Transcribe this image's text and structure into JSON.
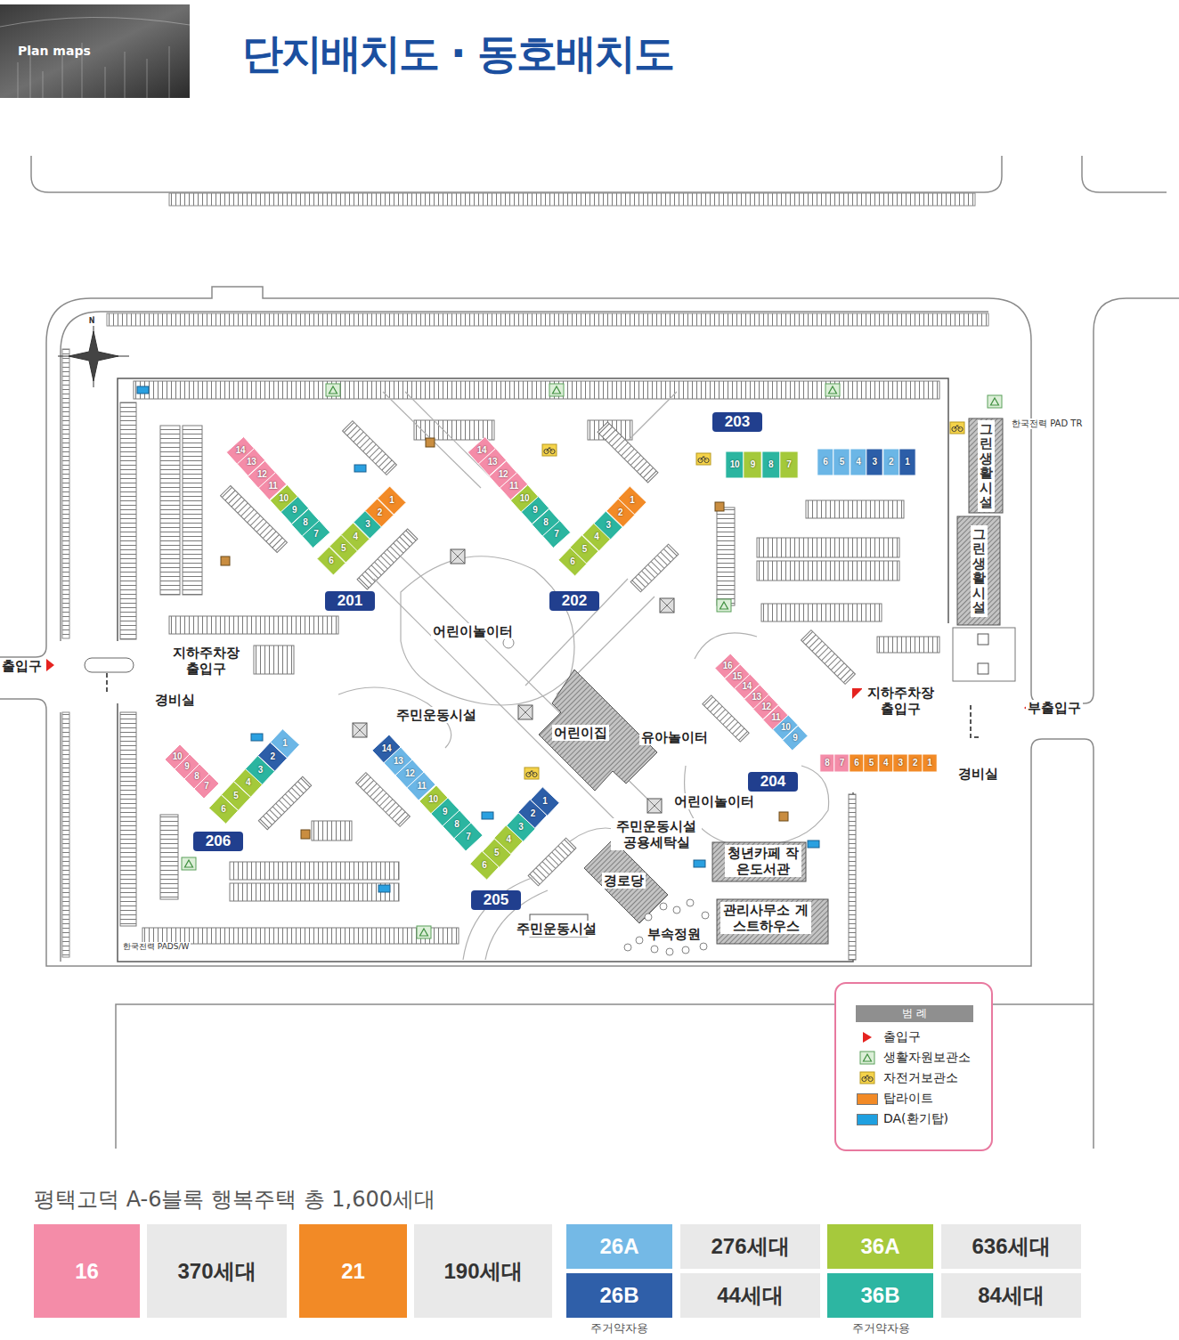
{
  "diagram": {
    "title": "단지배치도 · 동호배치도",
    "caption": "평택고덕 A-6블록 행복주택 총 1,600세대",
    "nodes": [
      {
        "text": [
          "201"
        ]
      },
      {
        "text": [
          "14"
        ]
      },
      {
        "text": [
          "13"
        ]
      },
      {
        "text": [
          "12"
        ]
      },
      {
        "text": [
          "11"
        ]
      },
      {
        "text": [
          "10"
        ]
      },
      {
        "text": [
          "9"
        ]
      },
      {
        "text": [
          "8"
        ]
      },
      {
        "text": [
          "7"
        ]
      },
      {
        "text": [
          "6"
        ]
      },
      {
        "text": [
          "5"
        ]
      },
      {
        "text": [
          "4"
        ]
      },
      {
        "text": [
          "3"
        ]
      },
      {
        "text": [
          "2"
        ]
      },
      {
        "text": [
          "1"
        ]
      },
      {
        "text": [
          "202"
        ]
      },
      {
        "text": [
          "14"
        ]
      },
      {
        "text": [
          "13"
        ]
      },
      {
        "text": [
          "12"
        ]
      },
      {
        "text": [
          "11"
        ]
      },
      {
        "text": [
          "10"
        ]
      },
      {
        "text": [
          "9"
        ]
      },
      {
        "text": [
          "8"
        ]
      },
      {
        "text": [
          "7"
        ]
      },
      {
        "text": [
          "6"
        ]
      },
      {
        "text": [
          "5"
        ]
      },
      {
        "text": [
          "4"
        ]
      },
      {
        "text": [
          "3"
        ]
      },
      {
        "text": [
          "2"
        ]
      },
      {
        "text": [
          "1"
        ]
      },
      {
        "text": [
          "203"
        ]
      },
      {
        "text": [
          "10"
        ]
      },
      {
        "text": [
          "9"
        ]
      },
      {
        "text": [
          "8"
        ]
      },
      {
        "text": [
          "7"
        ]
      },
      {
        "text": [
          "6"
        ]
      },
      {
        "text": [
          "5"
        ]
      },
      {
        "text": [
          "4"
        ]
      },
      {
        "text": [
          "3"
        ]
      },
      {
        "text": [
          "2"
        ]
      },
      {
        "text": [
          "1"
        ]
      },
      {
        "text": [
          "204"
        ]
      },
      {
        "text": [
          "16"
        ]
      },
      {
        "text": [
          "15"
        ]
      },
      {
        "text": [
          "14"
        ]
      },
      {
        "text": [
          "13"
        ]
      },
      {
        "text": [
          "12"
        ]
      },
      {
        "text": [
          "11"
        ]
      },
      {
        "text": [
          "10"
        ]
      },
      {
        "text": [
          "9"
        ]
      },
      {
        "text": [
          "8"
        ]
      },
      {
        "text": [
          "7"
        ]
      },
      {
        "text": [
          "6"
        ]
      },
      {
        "text": [
          "5"
        ]
      },
      {
        "text": [
          "4"
        ]
      },
      {
        "text": [
          "3"
        ]
      },
      {
        "text": [
          "2"
        ]
      },
      {
        "text": [
          "1"
        ]
      },
      {
        "text": [
          "205"
        ]
      },
      {
        "text": [
          "14"
        ]
      },
      {
        "text": [
          "13"
        ]
      },
      {
        "text": [
          "12"
        ]
      },
      {
        "text": [
          "11"
        ]
      },
      {
        "text": [
          "10"
        ]
      },
      {
        "text": [
          "9"
        ]
      },
      {
        "text": [
          "8"
        ]
      },
      {
        "text": [
          "7"
        ]
      },
      {
        "text": [
          "6"
        ]
      },
      {
        "text": [
          "5"
        ]
      },
      {
        "text": [
          "4"
        ]
      },
      {
        "text": [
          "3"
        ]
      },
      {
        "text": [
          "2"
        ]
      },
      {
        "text": [
          "1"
        ]
      },
      {
        "text": [
          "206"
        ]
      },
      {
        "text": [
          "10"
        ]
      },
      {
        "text": [
          "9"
        ]
      },
      {
        "text": [
          "8"
        ]
      },
      {
        "text": [
          "7"
        ]
      },
      {
        "text": [
          "6"
        ]
      },
      {
        "text": [
          "5"
        ]
      },
      {
        "text": [
          "4"
        ]
      },
      {
        "text": [
          "3"
        ]
      },
      {
        "text": [
          "2"
        ]
      },
      {
        "text": [
          "1"
        ]
      },
      {
        "text": [
          "16"
        ]
      },
      {
        "text": [
          "370세대"
        ]
      },
      {
        "text": [
          "21"
        ]
      },
      {
        "text": [
          "190세대"
        ]
      },
      {
        "text": [
          "26A"
        ]
      },
      {
        "text": [
          "276세대"
        ]
      },
      {
        "text": [
          "26B"
        ]
      },
      {
        "text": [
          "44세대"
        ]
      },
      {
        "text": [
          "36A"
        ]
      },
      {
        "text": [
          "636세대"
        ]
      },
      {
        "text": [
          "36B"
        ]
      },
      {
        "text": [
          "84세대"
        ]
      }
    ],
    "labels": [
      "Plan maps",
      "N",
      "한국전력 PAD TR",
      "그린생활시설",
      "그린생활시설",
      "어린이놀이터",
      "출입구",
      "지하주차장 출입구",
      "지하주차장 출입구",
      "부출입구",
      "경비실",
      "주민운동시설",
      "어린이집",
      "유아놀이터",
      "경비실",
      "어린이놀이터",
      "주민운동시설 공용세탁실",
      "청년카페 작은도서관",
      "경로당",
      "주민운동시설",
      "부속정원",
      "관리사무소 게스트하우스",
      "한국전력 PADS/W",
      "범 례",
      "주거약자용",
      "주거약자용"
    ],
    "legend": [
      {
        "text": "출입구"
      },
      {
        "text": "생활자원보관소"
      },
      {
        "text": "자전거보관소"
      },
      {
        "text": "탑라이트",
        "color": "#f28a26"
      },
      {
        "text": "DA(환기탑)",
        "color": "#1fa0e0"
      }
    ]
  }
}
